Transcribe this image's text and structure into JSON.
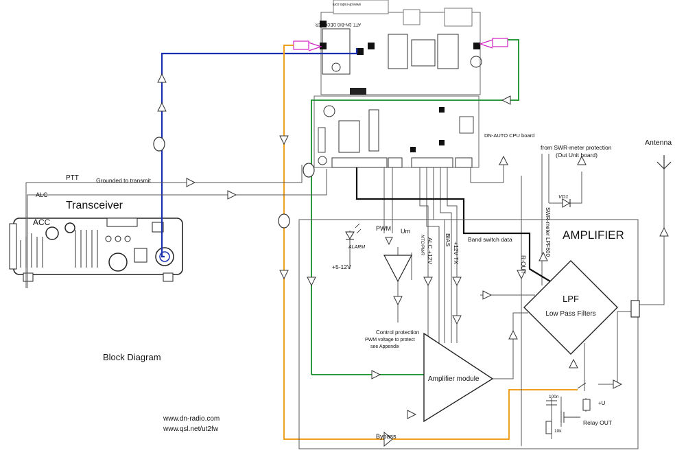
{
  "labels": {
    "attn_board": "ATT. DN-BIG DECODER",
    "attn_board_url": "www.dn-radio.com",
    "cpu_board": "DN-AUTO CPU board",
    "swr_note_1": "from SWR-meter protection",
    "swr_note_2": "(Out Unit board)",
    "antenna": "Antenna",
    "ptt": "PTT",
    "grounded": "Grounded to transmit",
    "alc": "ALC",
    "transceiver": "Transceiver",
    "acc": "ACC",
    "vd1": "VD1",
    "swr_meter_lpf": "SWR-meter LPF600",
    "amplifier": "AMPLIFIER",
    "alarm": "ALARM",
    "pwm": "PWM",
    "um": "Um",
    "alc12": "ALC +12V",
    "ntc": "NTC/PWR",
    "bias": "BIAS",
    "tx12": "+12V TX",
    "band_switch": "Band switch data",
    "supply": "+5-12V",
    "rout": "R-OUT",
    "lpf": "LPF",
    "lpf_full": "Low Pass Filters",
    "control_protection": "Control protection",
    "pwm_note_1": "PWM voltage to protect",
    "pwm_note_2": "see Appendix",
    "amp_module": "Amplifier module",
    "block_diagram": "Block Diagram",
    "url1": "www.dn-radio.com",
    "url2": "www.qsl.net/ut2fw",
    "bypass": "Bypass",
    "cap": "100n",
    "res": "10k",
    "plus_u": "+U",
    "relay_out": "Relay OUT"
  },
  "colors": {
    "coax_blue": "#1a2fb0",
    "bypass_orange": "#f0a020",
    "green_line": "#2b9a3a",
    "control_black": "#111111",
    "wire_gray": "#555555"
  }
}
